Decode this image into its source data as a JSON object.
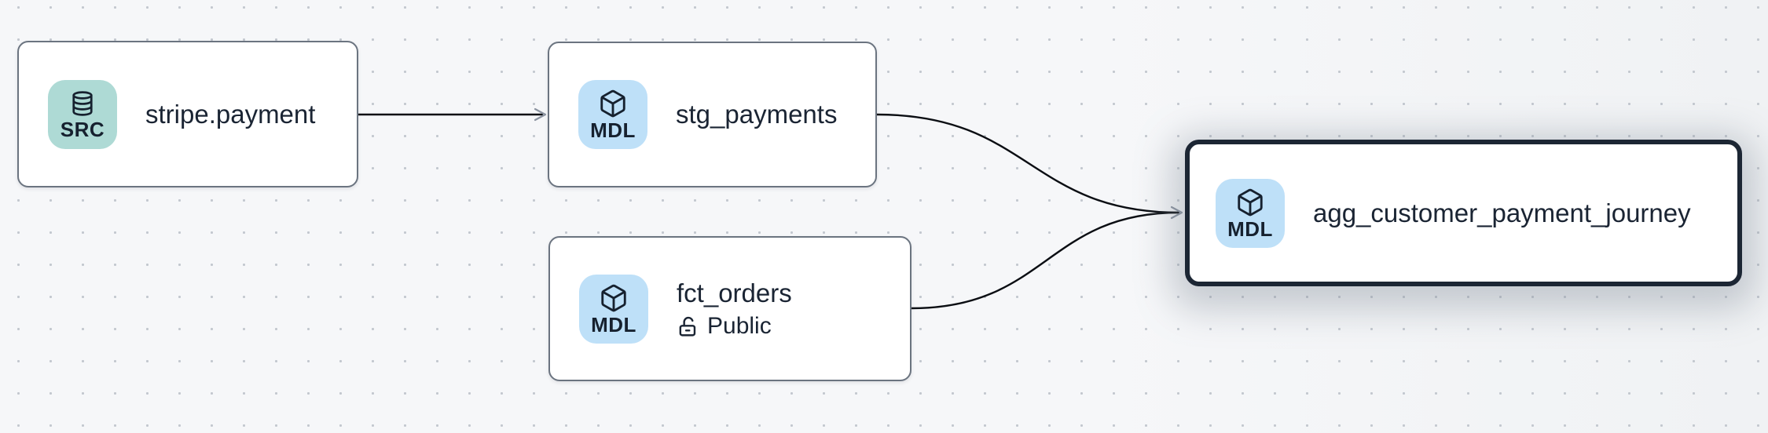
{
  "canvas": {
    "background": "#f5f6f8",
    "dot_color": "#c3c8cf",
    "edge_color": "#0b0e13",
    "arrowhead_color": "#8b93a0",
    "node_border_color": "#6b7480",
    "selected_border_color": "#1c2634",
    "title_color": "#1a2433",
    "src_badge_bg": "#aedad5",
    "mdl_badge_bg": "#bee0f8"
  },
  "nodes": [
    {
      "title": "stripe.payment",
      "badge": {
        "label": "SRC",
        "icon": "database-icon",
        "bg": "#aedad5"
      },
      "selected": false
    },
    {
      "title": "stg_payments",
      "badge": {
        "label": "MDL",
        "icon": "cube-icon",
        "bg": "#bee0f8"
      },
      "selected": false
    },
    {
      "title": "fct_orders",
      "badge": {
        "label": "MDL",
        "icon": "cube-icon",
        "bg": "#bee0f8"
      },
      "access": {
        "icon": "lock-open-icon",
        "label": "Public"
      },
      "selected": false
    },
    {
      "title": "agg_customer_payment_journey",
      "badge": {
        "label": "MDL",
        "icon": "cube-icon",
        "bg": "#bee0f8"
      },
      "selected": true
    }
  ],
  "edges": [
    {
      "from": "stripe.payment",
      "to": "stg_payments"
    },
    {
      "from": "stg_payments",
      "to": "agg_customer_payment_journey"
    },
    {
      "from": "fct_orders",
      "to": "agg_customer_payment_journey"
    }
  ]
}
